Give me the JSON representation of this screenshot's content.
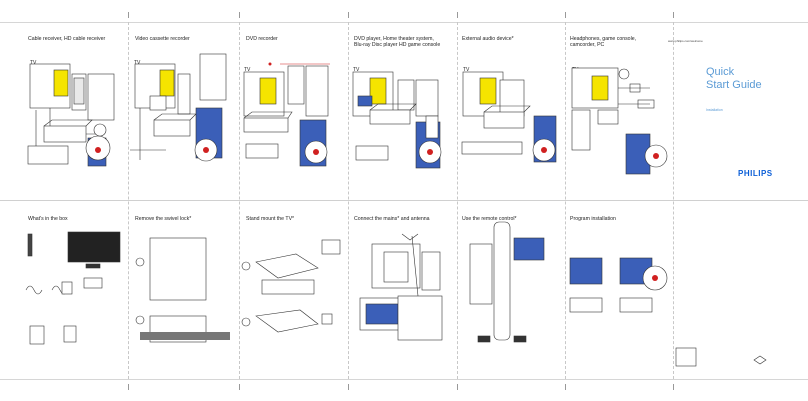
{
  "panels_top": [
    {
      "title": "Cable receiver, HD cable receiver",
      "tv": "TV"
    },
    {
      "title": "Video cassette recorder",
      "tv": "TV"
    },
    {
      "title": "DVD recorder",
      "tv": "TV"
    },
    {
      "title": "DVD player, Home theater system,\nBlu-ray Disc player HD game console",
      "tv": "TV"
    },
    {
      "title": "External audio device*",
      "tv": "TV"
    },
    {
      "title": "Headphones, game console,\ncamcorder, PC",
      "tv": "TV"
    }
  ],
  "panels_bottom": [
    {
      "title": "What's in the box"
    },
    {
      "title": "Remove the swivel lock*"
    },
    {
      "title": "Stand mount the TV*"
    },
    {
      "title": "Connect the mains* and antenna"
    },
    {
      "title": "Use the remote control*"
    },
    {
      "title": "Program installation"
    }
  ],
  "cover": {
    "title_line1": "Quick",
    "title_line2": "Start Guide",
    "subtitle": "Installation",
    "brand": "PHILIPS",
    "website": "www.philips.com/welcome"
  },
  "colors": {
    "accent": "#5b9bd5",
    "brand": "#0b5ed7",
    "screen": "#3b5fb8",
    "highlight": "#f5e400",
    "connector": "#d02020"
  }
}
